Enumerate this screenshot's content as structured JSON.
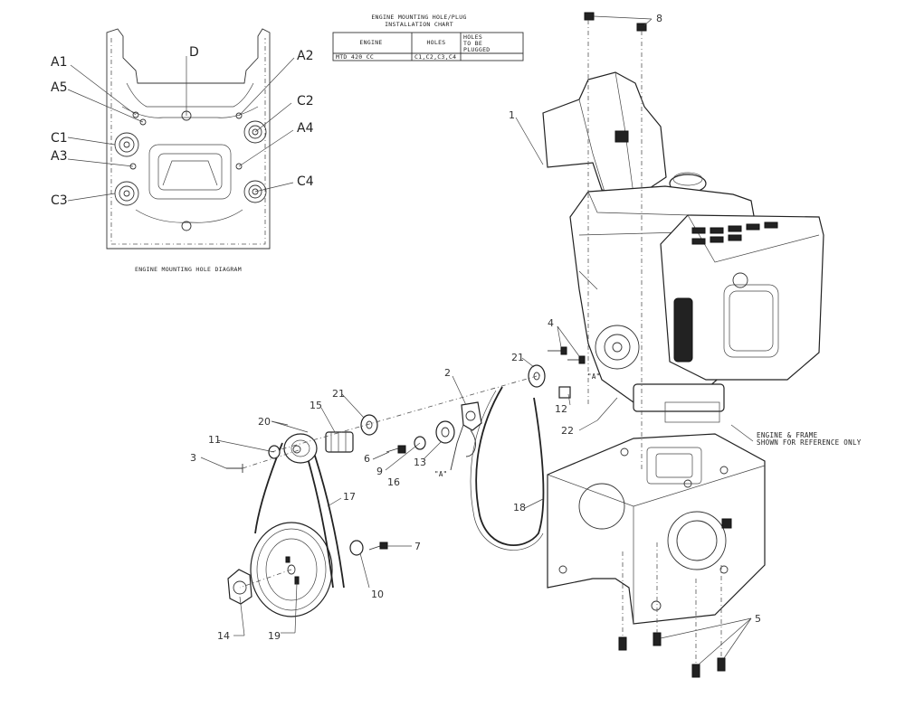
{
  "chart": {
    "title_line1": "ENGINE MOUNTING HOLE/PLUG",
    "title_line2": "INSTALLATION CHART",
    "col_engine": "ENGINE",
    "col_holes": "HOLES",
    "col_plug_1": "HOLES",
    "col_plug_2": "TO BE",
    "col_plug_3": "PLUGGED",
    "row_engine": "MTD 420 CC",
    "row_holes": "C1,C2,C3,C4",
    "row_plugged": ""
  },
  "hole_diagram": {
    "caption": "ENGINE MOUNTING HOLE DIAGRAM",
    "labels": {
      "A1": "A1",
      "A5": "A5",
      "C1": "C1",
      "A3": "A3",
      "C3": "C3",
      "D": "D",
      "A2": "A2",
      "C2": "C2",
      "A4": "A4",
      "C4": "C4"
    }
  },
  "marks": {
    "a_left": "\"A\"",
    "a_right": "\"A\""
  },
  "note": {
    "line1": "ENGINE & FRAME",
    "line2": "SHOWN FOR REFERENCE ONLY"
  },
  "callouts": {
    "c1": "1",
    "c2": "2",
    "c3": "3",
    "c4": "4",
    "c5": "5",
    "c6": "6",
    "c7": "7",
    "c8": "8",
    "c9": "9",
    "c10": "10",
    "c11": "11",
    "c12": "12",
    "c13": "13",
    "c14": "14",
    "c15": "15",
    "c16": "16",
    "c17": "17",
    "c18": "18",
    "c19": "19",
    "c20": "20",
    "c21a": "21",
    "c21b": "21",
    "c22": "22"
  }
}
